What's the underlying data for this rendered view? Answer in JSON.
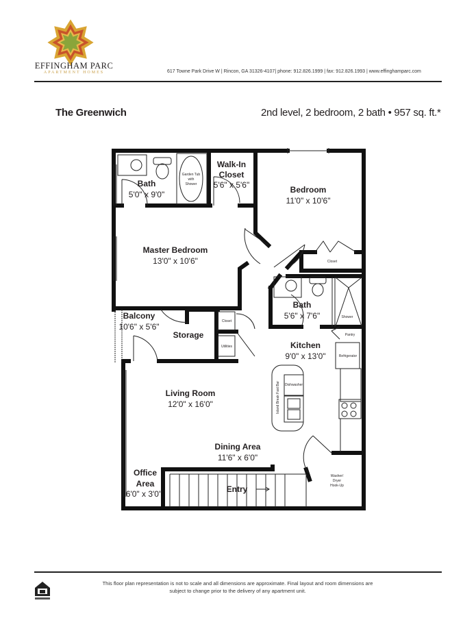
{
  "header": {
    "brand_name": "EFFINGHAM PARC",
    "brand_tagline": "APARTMENT HOMES",
    "contact": "617 Towne Park Drive W | Rincon, GA 31326-4107| phone: 912.826.1999 | fax: 912.826.1993 |  www.effinghamparc.com",
    "logo_colors": {
      "gold": "#d9a533",
      "orange": "#c8532a",
      "green": "#8aa53a"
    }
  },
  "plan": {
    "name": "The Greenwich",
    "summary": "2nd level, 2 bedroom, 2 bath • 957 sq. ft.*"
  },
  "rooms": {
    "bath1": {
      "name": "Bath",
      "dims": "5'0\" x 9'0\""
    },
    "garden_tub": [
      "Garden Tub",
      "with",
      "Shower"
    ],
    "walkin": {
      "name1": "Walk-In",
      "name2": "Closet",
      "dims": "5'6\" x 5'6\""
    },
    "bedroom": {
      "name": "Bedroom",
      "dims": "11'0\" x 10'6\""
    },
    "master": {
      "name": "Master Bedroom",
      "dims": "13'0\" x 10'6\""
    },
    "closet_bed": "Closet",
    "bath2": {
      "name": "Bath",
      "dims": "5'6\" x 7'6\""
    },
    "shower": "Shower",
    "balcony": {
      "name": "Balcony",
      "dims": "10'6\" x 5'6\""
    },
    "storage": {
      "name": "Storage"
    },
    "closet_hall": "Closet",
    "utilities": "Utilities",
    "pantry": "Pantry",
    "kitchen": {
      "name": "Kitchen",
      "dims": "9'0\" x 13'0\""
    },
    "refrigerator": "Refrigerator",
    "dishwasher": "Dishwasher",
    "island": "Island Break Fast Bar",
    "living": {
      "name": "Living Room",
      "dims": "12'0\" x 16'0\""
    },
    "dining": {
      "name": "Dining Area",
      "dims": "11'6\" x 6'0\""
    },
    "washer": [
      "Washer/",
      "Dryer",
      "Hook-Up"
    ],
    "office": {
      "name1": "Office",
      "name2": "Area",
      "dims": "6'0\" x 3'0\""
    },
    "entry": "Entry"
  },
  "footer": {
    "disclaimer_line1": "This floor plan representation is not to scale and all dimensions are approximate. Final layout and room dimensions are",
    "disclaimer_line2": "subject to change prior to the delivery of any apartment unit.",
    "equal_housing_icon": "equal-housing-opportunity-icon"
  }
}
